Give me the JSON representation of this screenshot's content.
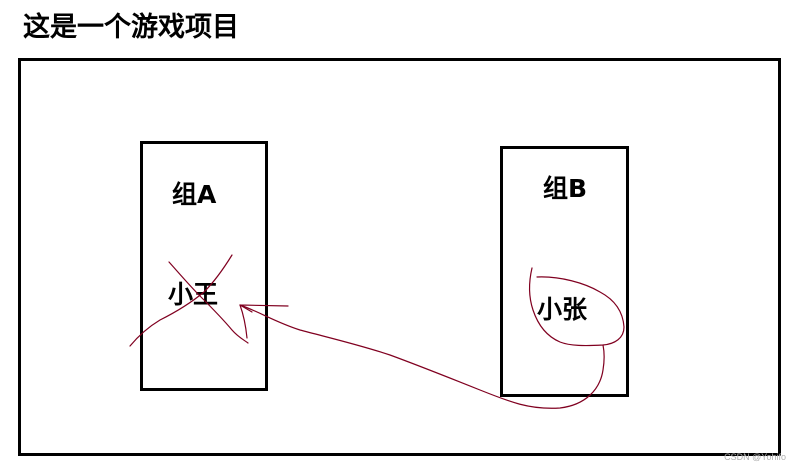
{
  "title": "这是一个游戏项目",
  "groups": [
    {
      "label": "组A",
      "member": "小王",
      "member_status": "crossed-out"
    },
    {
      "label": "组B",
      "member": "小张",
      "member_status": "circled"
    }
  ],
  "annotation": {
    "description": "arrow from 小张 (circled) in 组B to 小王 (crossed out) in 组A",
    "stroke_color": "#800020"
  },
  "watermark": "CSDN @Yohifo"
}
